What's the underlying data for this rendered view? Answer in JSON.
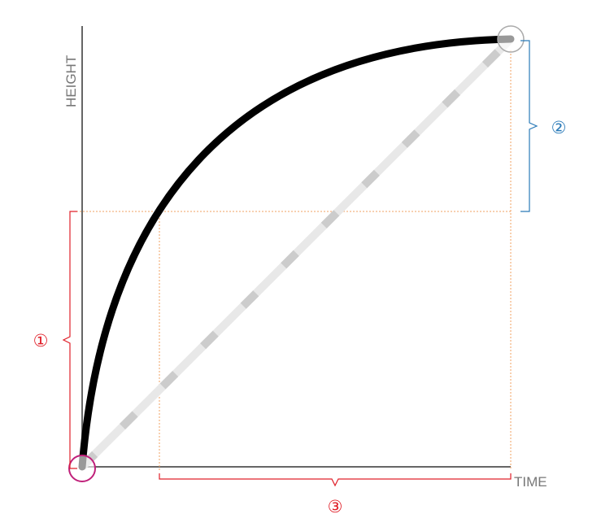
{
  "axes": {
    "x_label": "TIME",
    "y_label": "HEIGHT"
  },
  "markers": {
    "one": "①",
    "two": "②",
    "three": "③"
  },
  "colors": {
    "axis": "#666666",
    "curve": "#000000",
    "diagonal": "#e5e5e5",
    "diagonal_dash": "#cccccc",
    "guide": "#f0a060",
    "bracket_red": "#e0202a",
    "bracket_blue": "#2a7ab8",
    "start_circle": "#c0207a",
    "end_circle": "#aaaaaa"
  }
}
